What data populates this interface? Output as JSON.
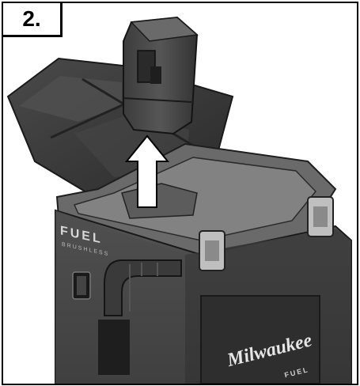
{
  "step_label": "2.",
  "product": {
    "brand_logo": "Milwaukee",
    "series_left": "FUEL",
    "series_left_sub": "BRUSHLESS",
    "series_front": "FUEL"
  },
  "icons": [
    "battery-icon",
    "up-arrow-icon",
    "latch-icon",
    "power-switch-icon"
  ],
  "colors": {
    "frame": "#000000",
    "body_dark": "#2b2b2b",
    "body_mid": "#555555",
    "lid": "#3a3a3a",
    "arrow": "#ffffff"
  }
}
